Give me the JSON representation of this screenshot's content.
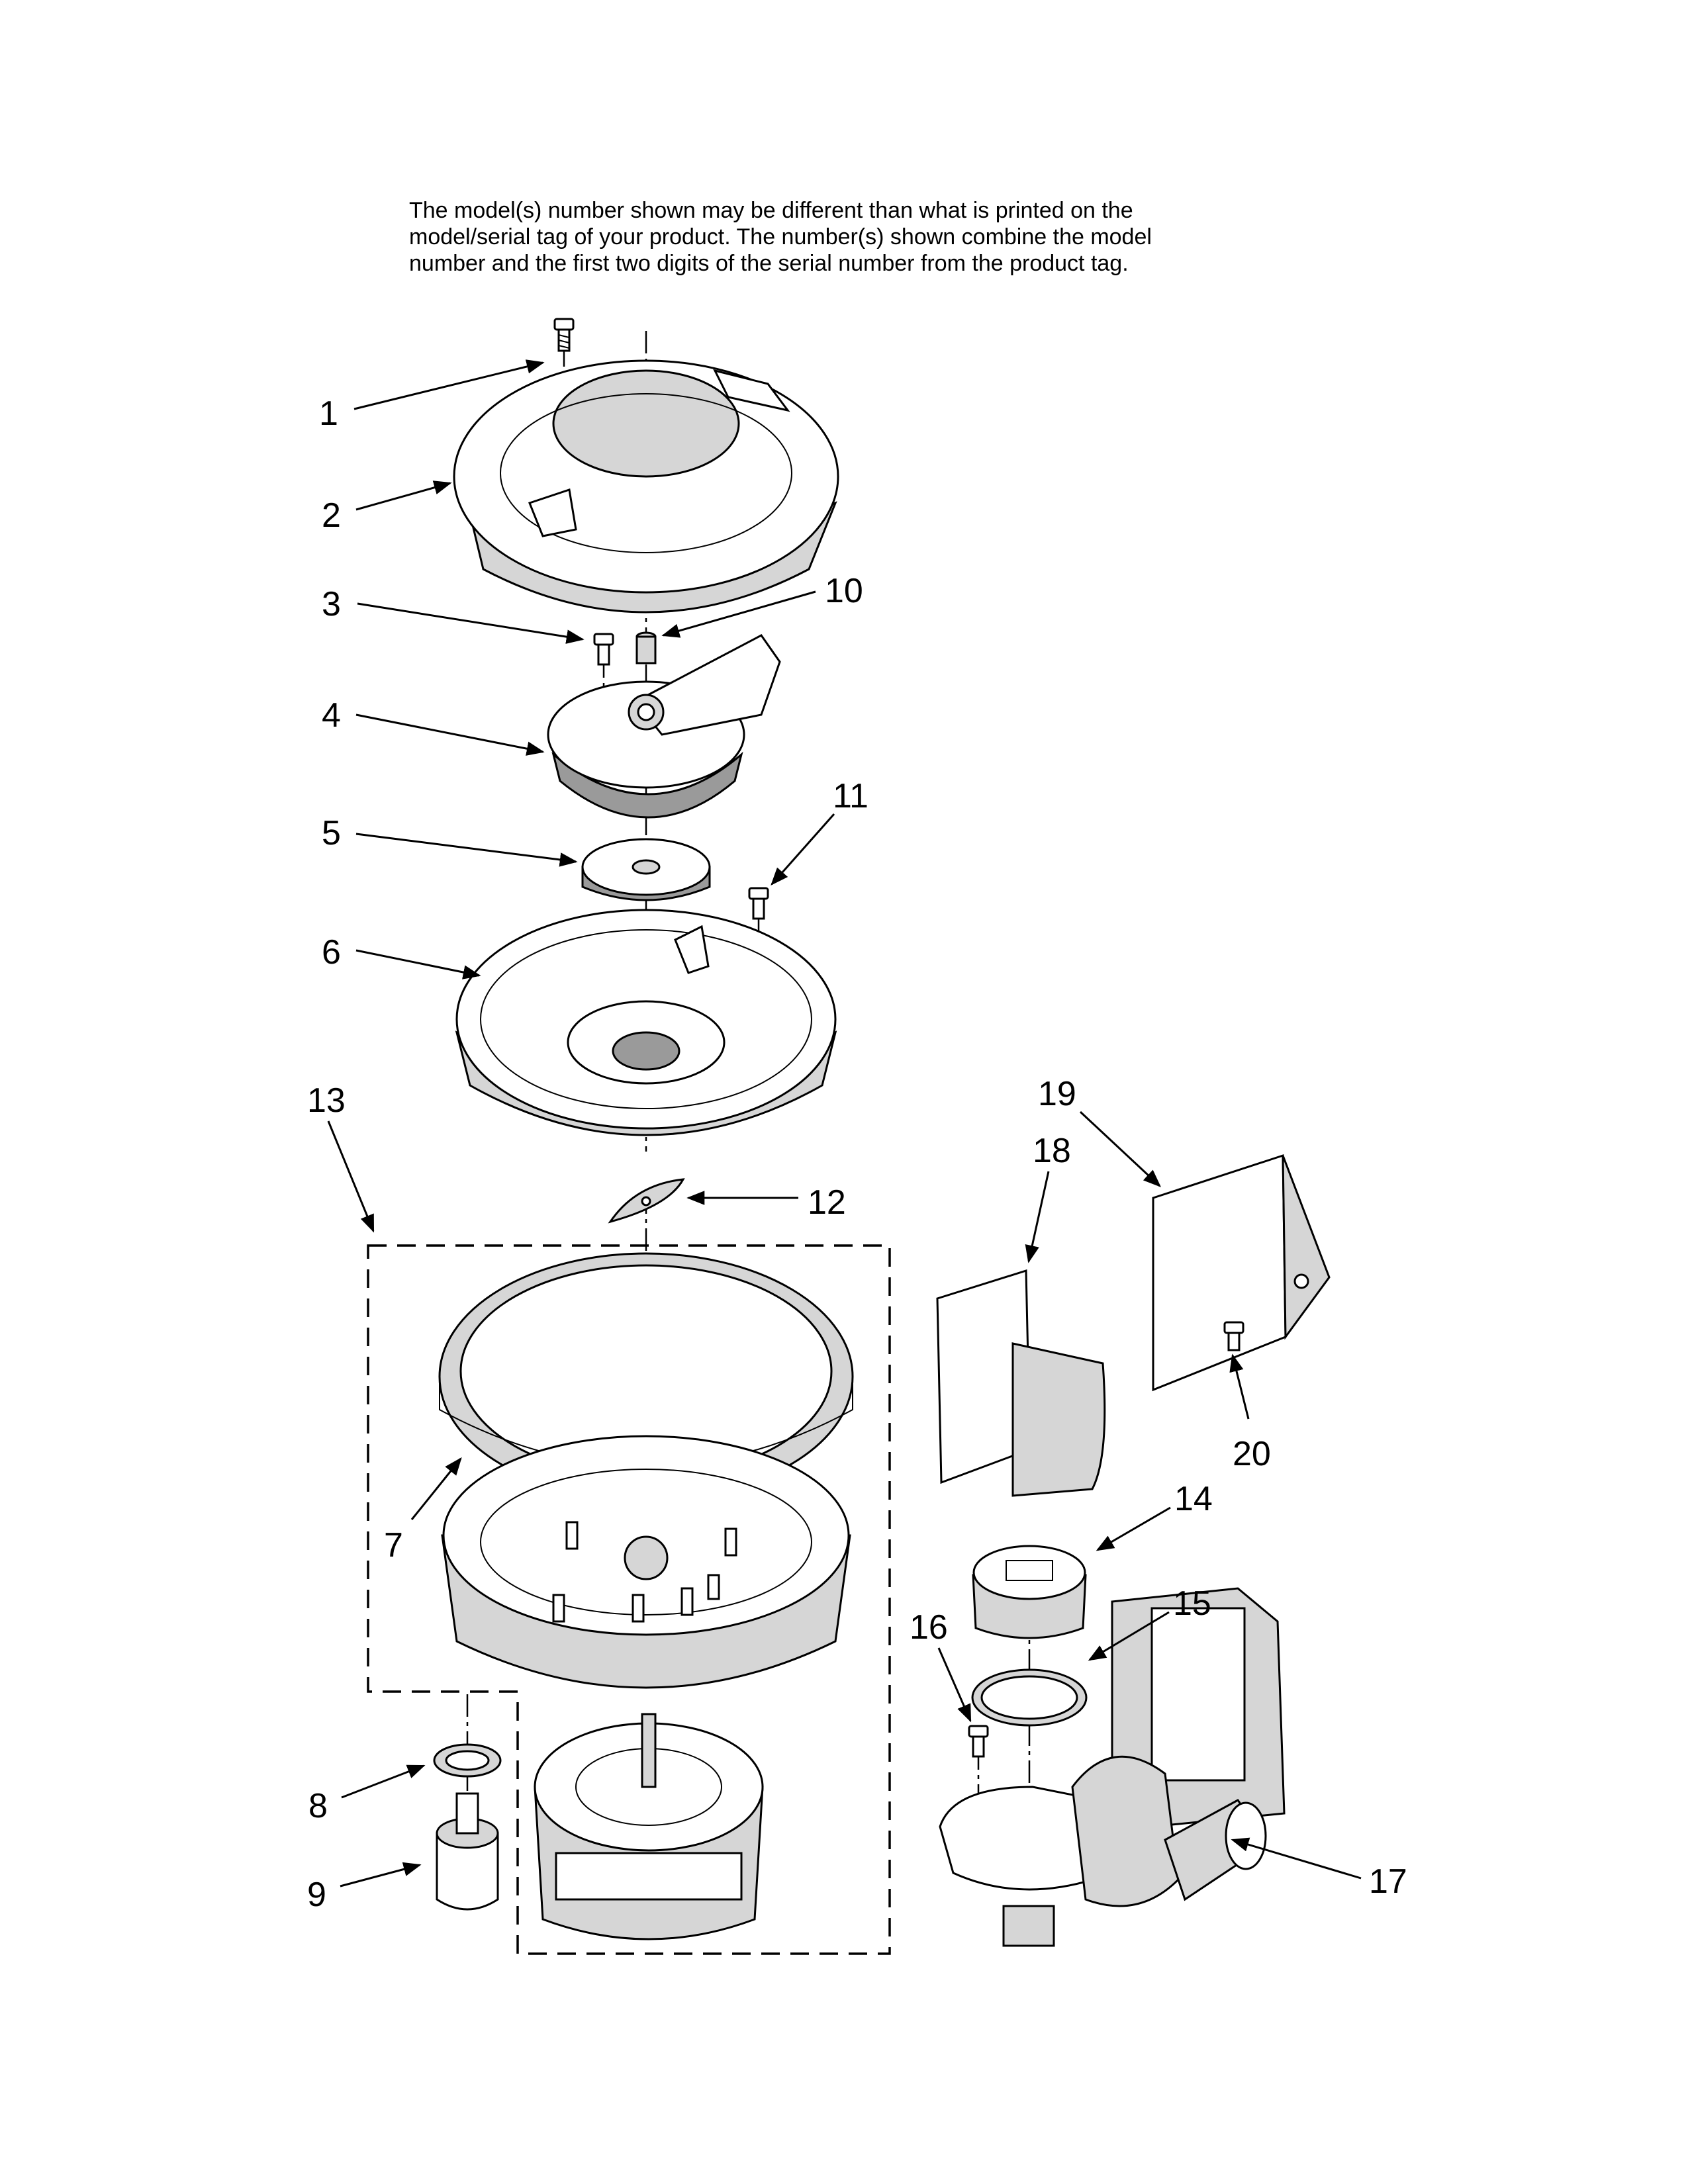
{
  "note": {
    "lines": [
      "The model(s) number shown may be different than what is printed on the",
      "model/serial tag of your product. The number(s) shown combine the model",
      "number and the first two digits of the serial number from the product tag."
    ]
  },
  "callouts": [
    "1",
    "2",
    "3",
    "4",
    "5",
    "6",
    "7",
    "8",
    "9",
    "10",
    "11",
    "12",
    "13",
    "14",
    "15",
    "16",
    "17",
    "18",
    "19",
    "20"
  ]
}
